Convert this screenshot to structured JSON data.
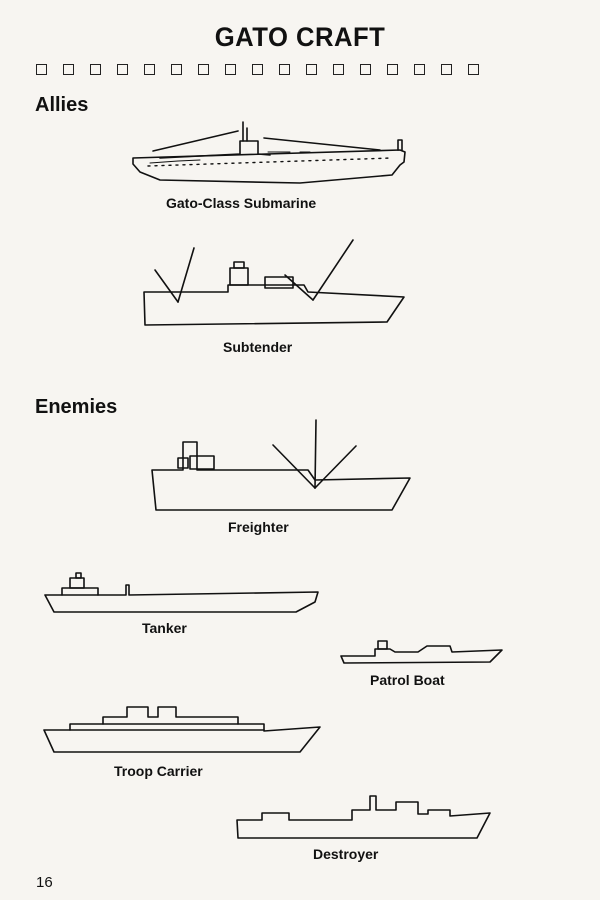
{
  "page": {
    "title": "GATO CRAFT",
    "page_number": "16"
  },
  "sections": {
    "allies": "Allies",
    "enemies": "Enemies"
  },
  "ships": {
    "gato_submarine": "Gato-Class Submarine",
    "subtender": "Subtender",
    "freighter": "Freighter",
    "tanker": "Tanker",
    "patrol_boat": "Patrol Boat",
    "troop_carrier": "Troop Carrier",
    "destroyer": "Destroyer"
  }
}
